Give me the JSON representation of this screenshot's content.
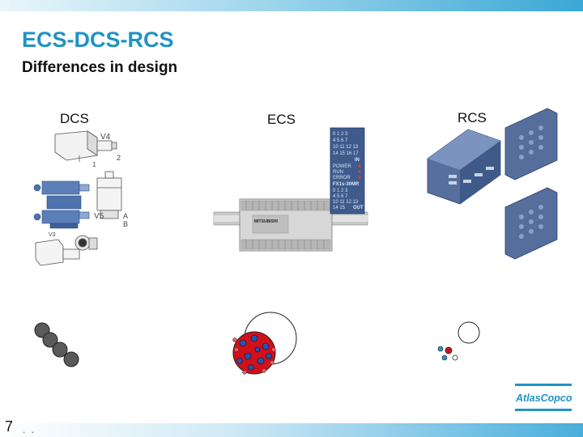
{
  "slide": {
    "title": "ECS-DCS-RCS",
    "subtitle": "Differences in design",
    "page_number": "7",
    "footer_dots": ". ."
  },
  "columns": {
    "dcs": "DCS",
    "ecs": "ECS",
    "rcs": "RCS"
  },
  "dcs_drawing": {
    "labels": [
      "V4",
      "2",
      "1",
      "V5",
      "A",
      "B",
      "V3"
    ]
  },
  "ecs_plc": {
    "brand": "MITSUBISHI",
    "panel_rows": [
      "0  1  2  3",
      "4  5  6  7",
      "10 11 12 13",
      "14 15 16 17"
    ],
    "in_label": "IN",
    "status": [
      "POWER",
      "RUN",
      "ERROR"
    ],
    "model": "FX1s-30MR",
    "out_rows": [
      "0  1  2  3",
      "4  5  6  7",
      "10 11 12 13",
      "14 15"
    ],
    "out_label": "OUT"
  },
  "logo": {
    "text": "AtlasCopco"
  },
  "colors": {
    "title": "#1f93c6",
    "red_dot": "#d0101a",
    "blue_dot": "#2a4fb0",
    "light_blue_dot": "#2e8fd0",
    "device_blue": "#4f6a97"
  }
}
